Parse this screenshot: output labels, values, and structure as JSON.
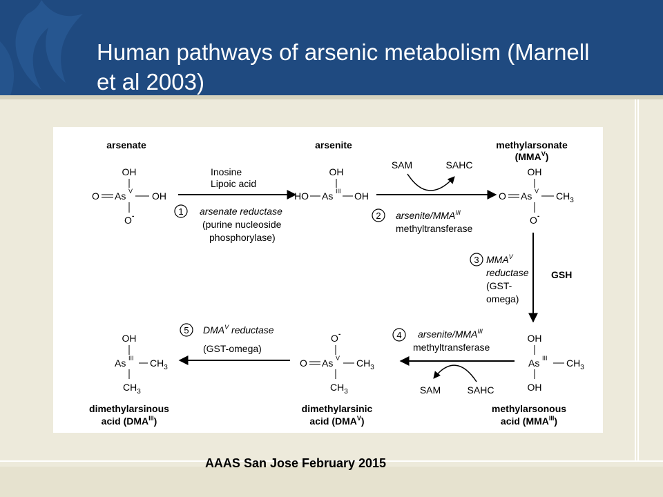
{
  "slide": {
    "title_line1": "Human pathways of arsenic metabolism (Marnell",
    "title_line2": "et al 2003)",
    "footer": "AAAS San Jose February 2015",
    "colors": {
      "header": "#1f4a80",
      "background": "#edeadb",
      "diagram_bg": "#ffffff"
    }
  },
  "diagram": {
    "compounds": {
      "arsenate": {
        "name": "arsenate",
        "top": "OH",
        "left": "O",
        "center": "As",
        "ox": "V",
        "right": "OH",
        "bottom": "O",
        "bottom_charge": "-"
      },
      "arsenite": {
        "name": "arsenite",
        "top": "OH",
        "left": "HO",
        "center": "As",
        "ox": "III",
        "right": "OH"
      },
      "mmav": {
        "name_line1": "methylarsonate",
        "name_line2a": "(MMA",
        "name_line2sup": "V",
        "name_line2b": ")",
        "top": "OH",
        "left": "O",
        "center": "As",
        "ox": "V",
        "right": "CH",
        "right_sub": "3",
        "bottom": "O",
        "bottom_charge": "-"
      },
      "mmaiii": {
        "name_line1": "methylarsonous",
        "name_line2a": "acid (MMA",
        "name_line2sup": "III",
        "name_line2b": ")",
        "top": "OH",
        "center": "As",
        "ox": "III",
        "right": "CH",
        "right_sub": "3",
        "bottom": "OH"
      },
      "dmav": {
        "name_line1": "dimethylarsinic",
        "name_line2a": "acid (DMA",
        "name_line2sup": "V",
        "name_line2b": ")",
        "top": "O",
        "top_charge": "-",
        "left": "O",
        "center": "As",
        "ox": "V",
        "right": "CH",
        "right_sub": "3",
        "bottom": "CH",
        "bottom_sub": "3"
      },
      "dmaiii": {
        "name_line1": "dimethylarsinous",
        "name_line2a": "acid (DMA",
        "name_line2sup": "III",
        "name_line2b": ")",
        "top": "OH",
        "center": "As",
        "ox": "III",
        "right": "CH",
        "right_sub": "3",
        "bottom": "CH",
        "bottom_sub": "3"
      }
    },
    "steps": {
      "s1": {
        "num": "1",
        "cof1": "Inosine",
        "cof2": "Lipoic acid",
        "enzyme": "arsenate reductase",
        "line2": "(purine nucleoside",
        "line3": "phosphorylase)"
      },
      "s2": {
        "num": "2",
        "sam": "SAM",
        "sahc": "SAHC",
        "enzyme_a": "arsenite/MMA",
        "enzyme_sup": "III",
        "line2": "methyltransferase"
      },
      "s3": {
        "num": "3",
        "enzyme_a": "MMA",
        "enzyme_sup": "V",
        "line2": "reductase",
        "line3": "(GST-",
        "line4": "omega)",
        "cofactor": "GSH"
      },
      "s4": {
        "num": "4",
        "enzyme_a": "arsenite/MMA",
        "enzyme_sup": "III",
        "line2": "methyltransferase",
        "sam": "SAM",
        "sahc": "SAHC"
      },
      "s5": {
        "num": "5",
        "enzyme_a": "DMA",
        "enzyme_sup": "V",
        "enzyme_b": " reductase",
        "line2": "(GST-omega)"
      }
    }
  }
}
